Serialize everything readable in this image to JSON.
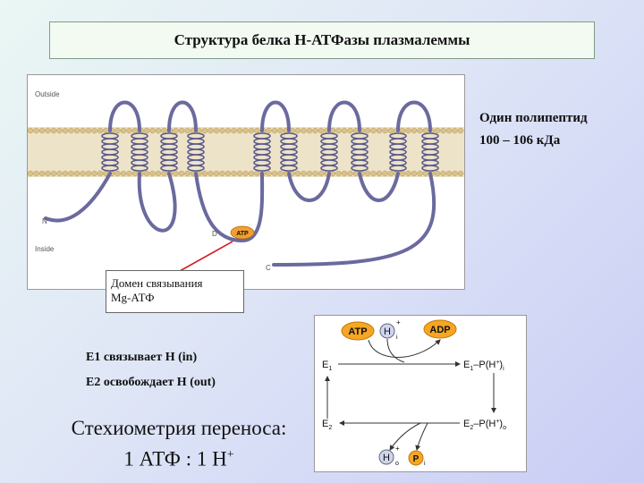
{
  "title": "Структура белка Н-АТФазы плазмалеммы",
  "membrane": {
    "outside_label": "Outside",
    "inside_label": "Inside",
    "n_label": "N",
    "c_label": "C",
    "d_label": "D",
    "atp_label": "ATP",
    "colors": {
      "bilayer": "#e6d6b2",
      "helix": "#5a5a8a",
      "atp_badge": "#f0a030",
      "arrow": "#d42020"
    }
  },
  "side_info": {
    "line1": "Один полипептид",
    "line2": "100 – 106 кДа"
  },
  "callout": {
    "line1": "Домен связывания",
    "line2": "Mg-АТФ"
  },
  "e1_text": "E1 связывает H (in)",
  "e2_text": "E2 освобождает H (out)",
  "stoichiometry": {
    "line1": "Стехиометрия переноса:",
    "line2": "1 АТФ : 1 Н",
    "superscript": "+"
  },
  "cycle": {
    "atp": "ATP",
    "adp": "ADP",
    "h": "H",
    "h_plus": "+",
    "sub_i": "i",
    "sub_o": "o",
    "p": "P",
    "e1": "E",
    "e1_sub": "1",
    "e2": "E",
    "e2_sub": "2",
    "e1p_main": "E",
    "e1p_sub": "1",
    "e1p_rest": "–P(H",
    "e1p_close": ")",
    "e2p_main": "E",
    "e2p_sub": "2",
    "e2p_rest": "–P(H",
    "e2p_close": ")",
    "colors": {
      "atp": "#f5a623",
      "adp": "#f5a623",
      "p_badge": "#f5a623",
      "h_circle": "#cfd6ee"
    }
  }
}
